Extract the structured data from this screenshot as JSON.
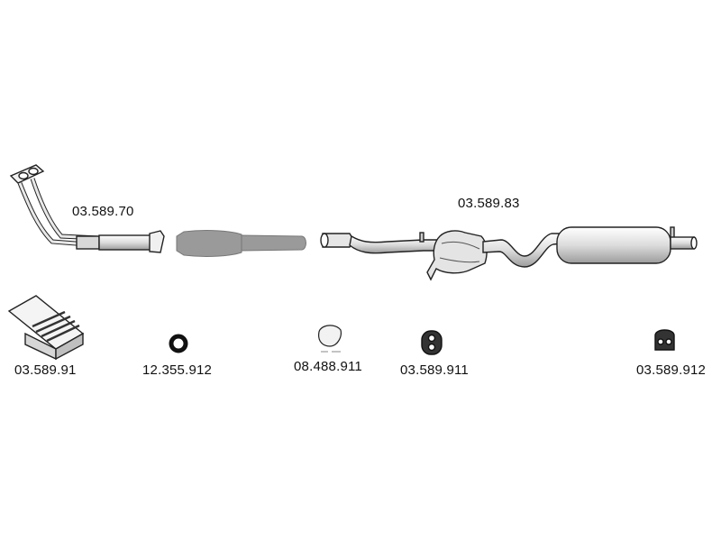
{
  "diagram": {
    "parts": {
      "front_pipe": "03.589.70",
      "rear_section": "03.589.83",
      "mounting_kit": "03.589.91",
      "sealing_ring": "12.355.912",
      "rubber_mount": "08.488.911",
      "hanger_front": "03.589.911",
      "hanger_rear": "03.589.912"
    },
    "colors": {
      "line": "#222222",
      "fill_light": "#e6e6e6",
      "catalyst": "#9a9a9a",
      "background": "#ffffff"
    }
  }
}
